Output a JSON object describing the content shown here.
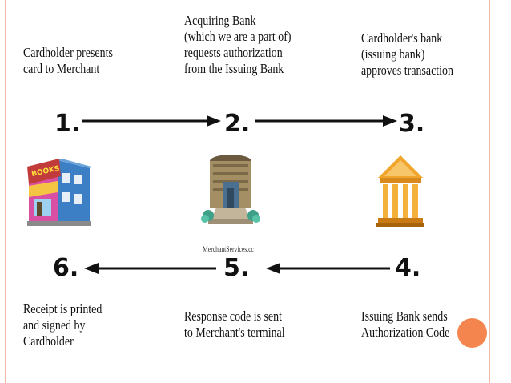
{
  "steps": [
    {
      "number": "1.",
      "text": [
        "Cardholder presents",
        "card to Merchant"
      ],
      "icon": "store-icon"
    },
    {
      "number": "2.",
      "text": [
        "Acquiring Bank",
        "(which we are a part of)",
        "requests authorization",
        "from the Issuing Bank"
      ],
      "icon": "acquiring-bank-building-icon"
    },
    {
      "number": "3.",
      "text": [
        "Cardholder's bank",
        "(issuing bank)",
        "approves transaction"
      ],
      "icon": "issuing-bank-icon"
    },
    {
      "number": "4.",
      "text": [
        "Issuing Bank sends",
        "Authorization Code"
      ]
    },
    {
      "number": "5.",
      "text": [
        "Response code is sent",
        "to Merchant's terminal"
      ]
    },
    {
      "number": "6.",
      "text": [
        "Receipt is printed",
        "and signed by",
        "Cardholder"
      ]
    }
  ],
  "image_credit": "MerchantServices.cc",
  "colors": {
    "accent_dot": "#f5854f",
    "frame": "#f0b9a6"
  }
}
